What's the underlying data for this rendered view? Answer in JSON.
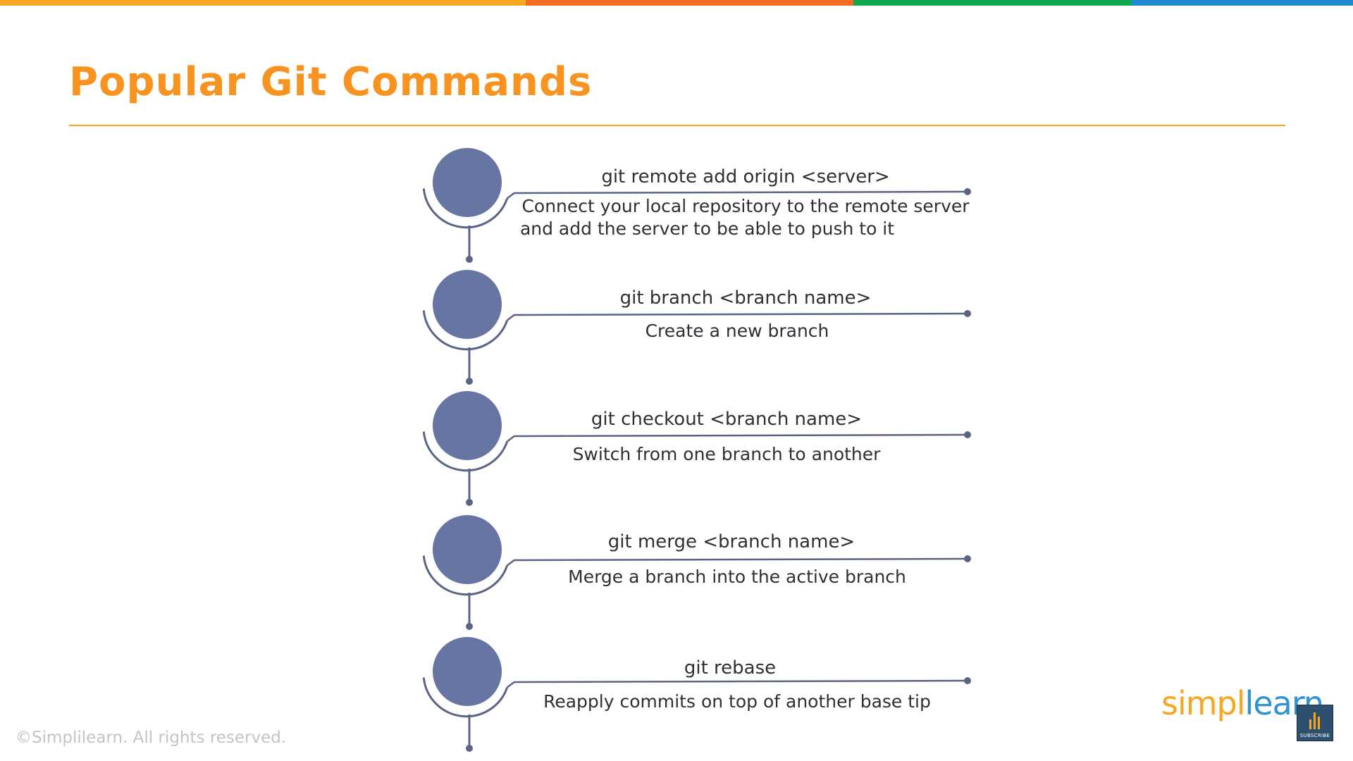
{
  "colors": {
    "title": "#F7931E",
    "rule": "#F5A623",
    "node": "#6675A2",
    "line": "#5C6486",
    "top_bar": [
      "#F7A823",
      "#F26B21",
      "#0EA84F",
      "#1E8AD6"
    ]
  },
  "slide": {
    "title": "Popular Git Commands"
  },
  "commands": [
    {
      "command": "git remote add origin <server>",
      "description": [
        "Connect your local repository to the remote server",
        "and add the server to be able to push to it"
      ]
    },
    {
      "command": "git branch <branch name>",
      "description": [
        "Create a new branch"
      ]
    },
    {
      "command": "git checkout <branch name>",
      "description": [
        "Switch from one branch to another"
      ]
    },
    {
      "command": "git merge <branch name>",
      "description": [
        "Merge a branch into the active branch"
      ]
    },
    {
      "command": "git rebase",
      "description": [
        "Reapply commits on top of another base tip"
      ]
    }
  ],
  "footer": {
    "copyright": "©Simplilearn. All rights reserved.",
    "logo_part1": "simpl",
    "logo_part2": "learn",
    "subscribe_label": "SUBSCRIBE"
  }
}
